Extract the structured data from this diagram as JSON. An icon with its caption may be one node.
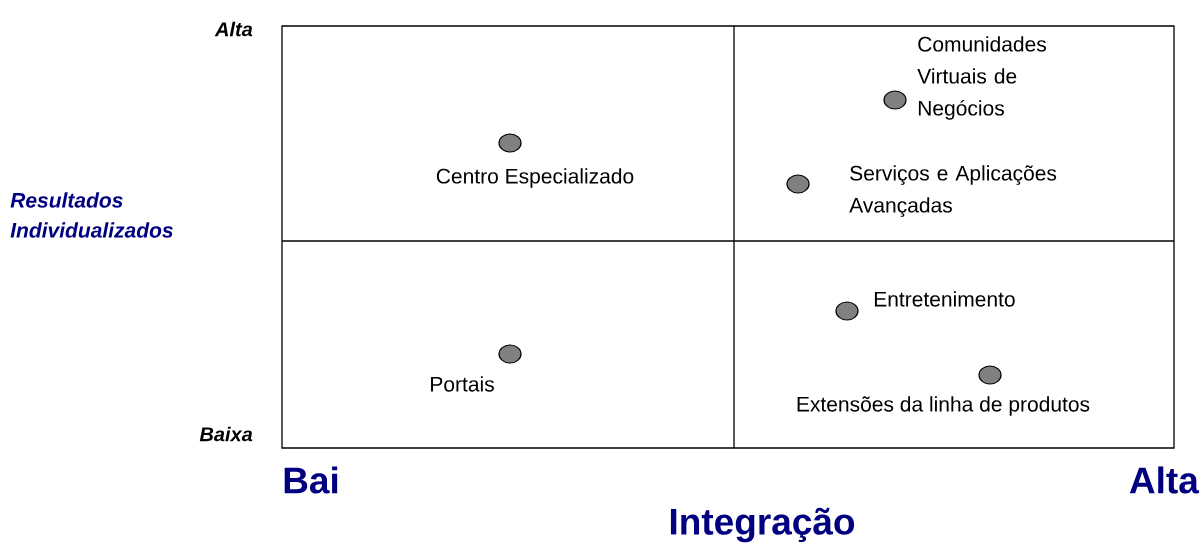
{
  "diagram": {
    "nodes": [
      {
        "text": [],
        "shape": "circle",
        "beside": [
          "Centro Especializado"
        ]
      },
      {
        "text": [],
        "shape": "circle",
        "beside": [
          "Comunidades Virtuais de Negócios"
        ]
      },
      {
        "text": [],
        "shape": "circle",
        "beside": [
          "Serviços e Aplicações Avançadas"
        ]
      },
      {
        "text": [],
        "shape": "circle",
        "beside": [
          "Portais"
        ]
      },
      {
        "text": [],
        "shape": "circle",
        "beside": [
          "Entretenimento"
        ]
      },
      {
        "text": [],
        "shape": "circle",
        "beside": [
          "Extensões da linha de produtos"
        ]
      }
    ],
    "labels": [
      "Alta",
      "Resultados Individualizados",
      "Baixa",
      "Bai",
      "Alta",
      "Integração"
    ]
  }
}
